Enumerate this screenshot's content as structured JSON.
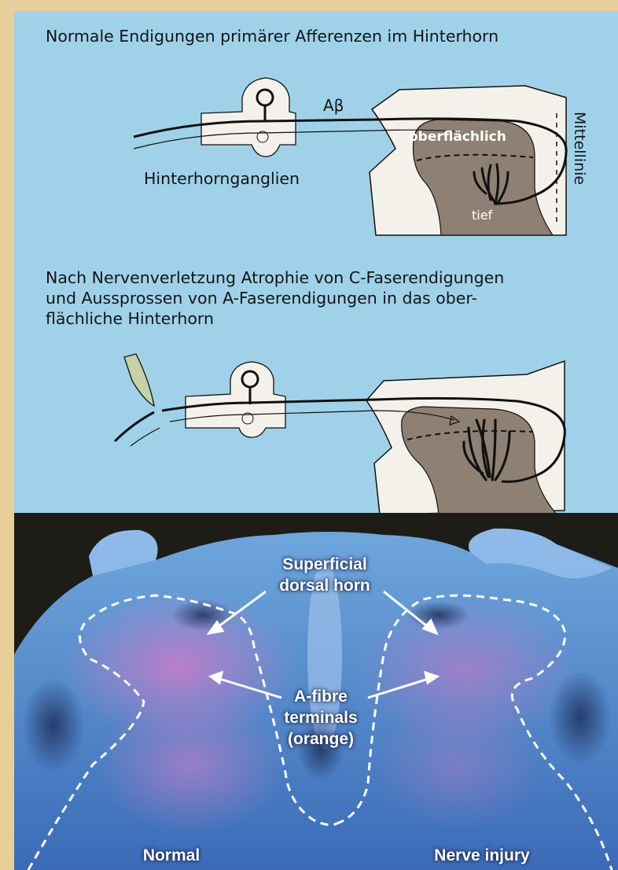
{
  "diagram_top": {
    "title": "Normale Endigungen primärer Afferenzen im Hinterhorn",
    "fiber_label": "Aβ",
    "ganglion_label": "Hinterhornganglien",
    "superficial_label": "oberflächlich",
    "deep_label": "tief",
    "midline_label": "Mittellinie"
  },
  "diagram_bottom": {
    "title_lines": [
      "Nach Nervenverletzung Atrophie von C-Faserendigungen",
      "und Aussprossen von A-Faserendigungen in das ober-",
      "flächliche Hinterhorn"
    ]
  },
  "micrograph": {
    "superficial_lines": [
      "Superficial",
      "dorsal horn"
    ],
    "terminals_lines": [
      "A-fibre",
      "terminals",
      "(orange)"
    ],
    "left_label": "Normal",
    "right_label": "Nerve injury"
  },
  "colors": {
    "background_blue": "#9fd2e9",
    "border_tan": "#e8cf98",
    "grey_matter": "#8e8173",
    "tissue_white": "#f4f1ea"
  }
}
